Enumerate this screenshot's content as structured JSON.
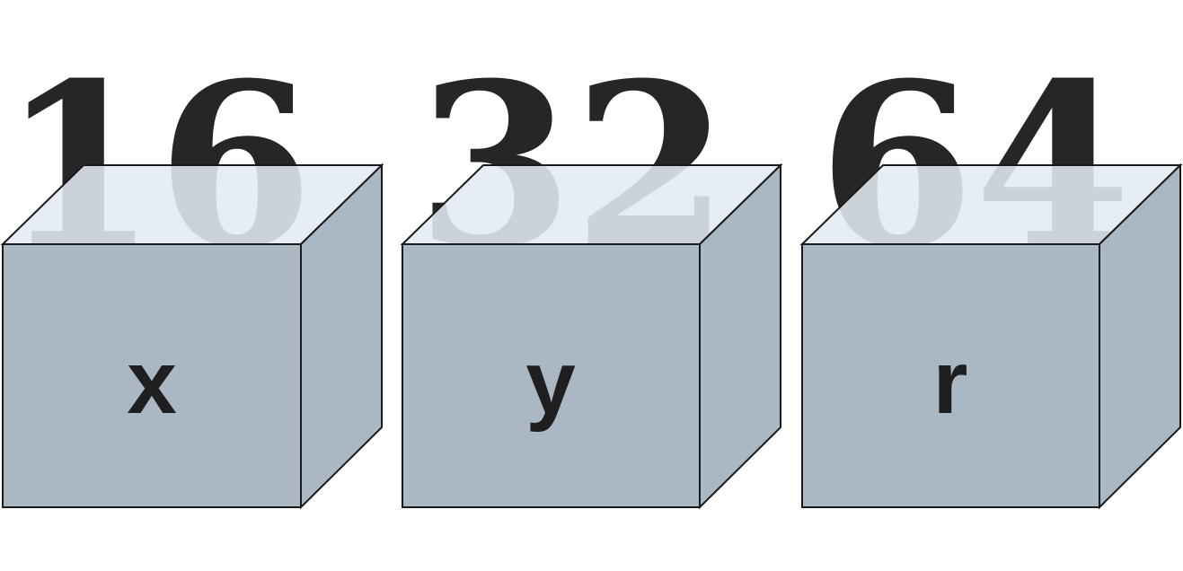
{
  "boxes": [
    {
      "name": "x",
      "value": "16"
    },
    {
      "name": "y",
      "value": "32"
    },
    {
      "name": "r",
      "value": "64"
    }
  ],
  "colors": {
    "front_face": "#a9b8c3",
    "top_face": "#e3eaf2",
    "outline": "#1a1a1a",
    "value_text": "#262626",
    "name_text": "#1f1f1f"
  }
}
